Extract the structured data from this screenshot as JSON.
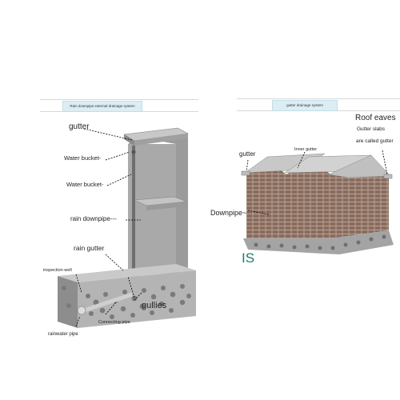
{
  "left_diagram": {
    "banner": "Rain downpipe external drainage system",
    "labels": {
      "gutter": "gutter",
      "water_bucket_1": "Water bucket-",
      "water_bucket_2": "Water bucket-",
      "rain_downpipe": "rain downpipe---",
      "rain_gutter": "rain gutter",
      "inspection_well": "inspection well",
      "gullies": "gullies",
      "connecting_pipe": "Connecting pipe",
      "rainwater_pipe": "rainwater pipe"
    }
  },
  "right_diagram": {
    "banner": "gutter drainage system",
    "labels": {
      "roof_eaves": "Roof eaves",
      "gutter_slabs": "Gutter slabs",
      "are_called_gutter": "are called gutter",
      "gutter": "gutter",
      "inner_gutter": "Inner gutter",
      "downpipe": "Downpipe~"
    }
  },
  "watermark": {
    "text": "IS"
  },
  "colors": {
    "banner_bg": "#dbeef3",
    "wall": "#9a9a9a",
    "brick": "#8c6a5a",
    "watermark": "#1f7a6b"
  }
}
